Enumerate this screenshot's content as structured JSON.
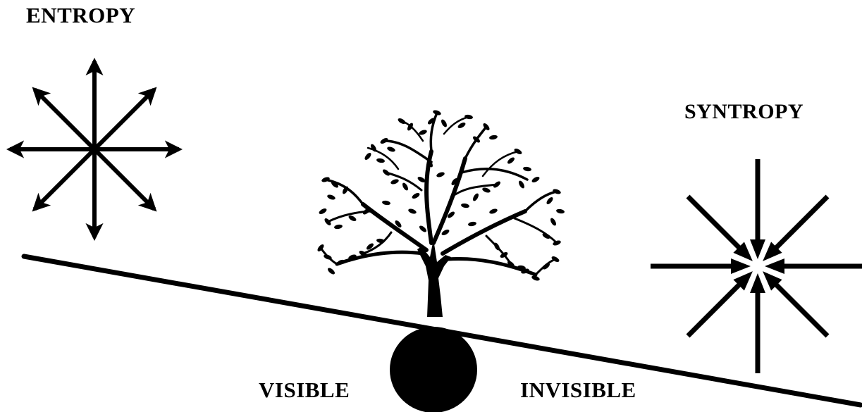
{
  "labels": {
    "entropy": "ENTROPY",
    "syntropy": "SYNTROPY",
    "visible": "VISIBLE",
    "invisible": "INVISIBLE"
  },
  "icons": {
    "entropy": "diverging-arrows-icon",
    "syntropy": "converging-arrows-icon",
    "tree": "tree-icon",
    "fulcrum": "fulcrum-ball-icon",
    "beam": "balance-beam"
  },
  "colors": {
    "ink": "#000000",
    "background": "#ffffff"
  }
}
